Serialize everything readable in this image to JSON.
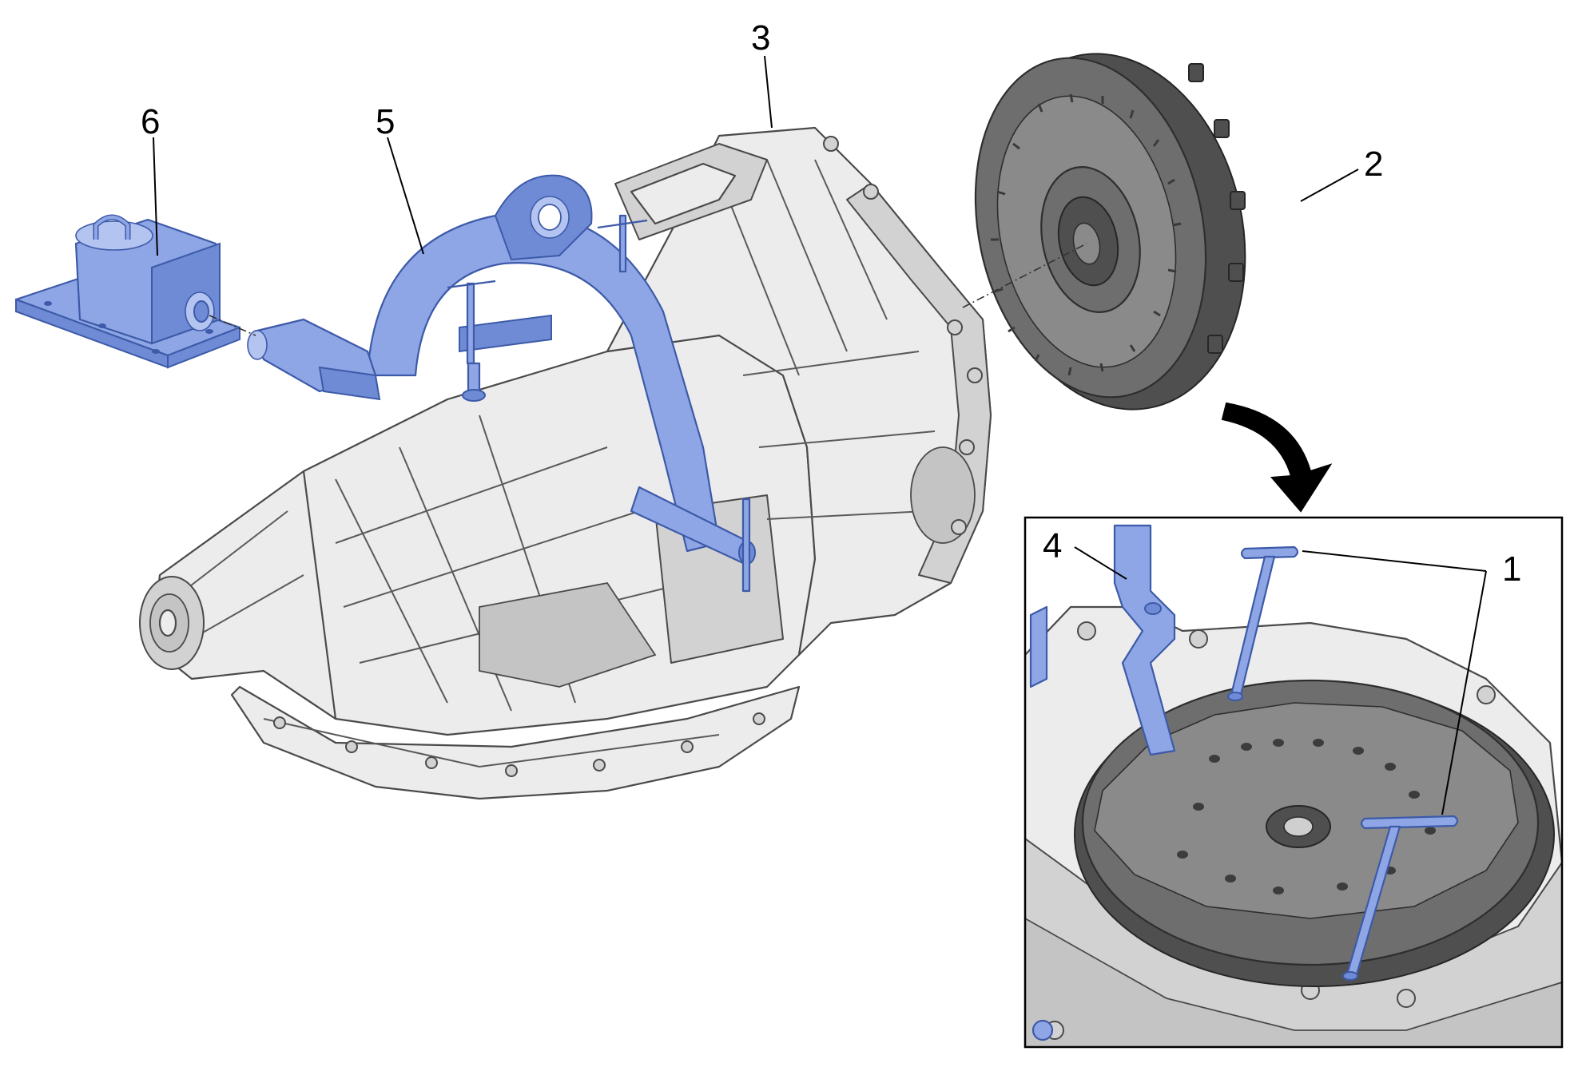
{
  "callouts": {
    "c1": "1",
    "c2": "2",
    "c3": "3",
    "c4": "4",
    "c5": "5",
    "c6": "6"
  },
  "colors": {
    "tool_blue": "#8ea6e6",
    "aluminium": "#ececec",
    "converter_grey": "#6e6e6e"
  }
}
